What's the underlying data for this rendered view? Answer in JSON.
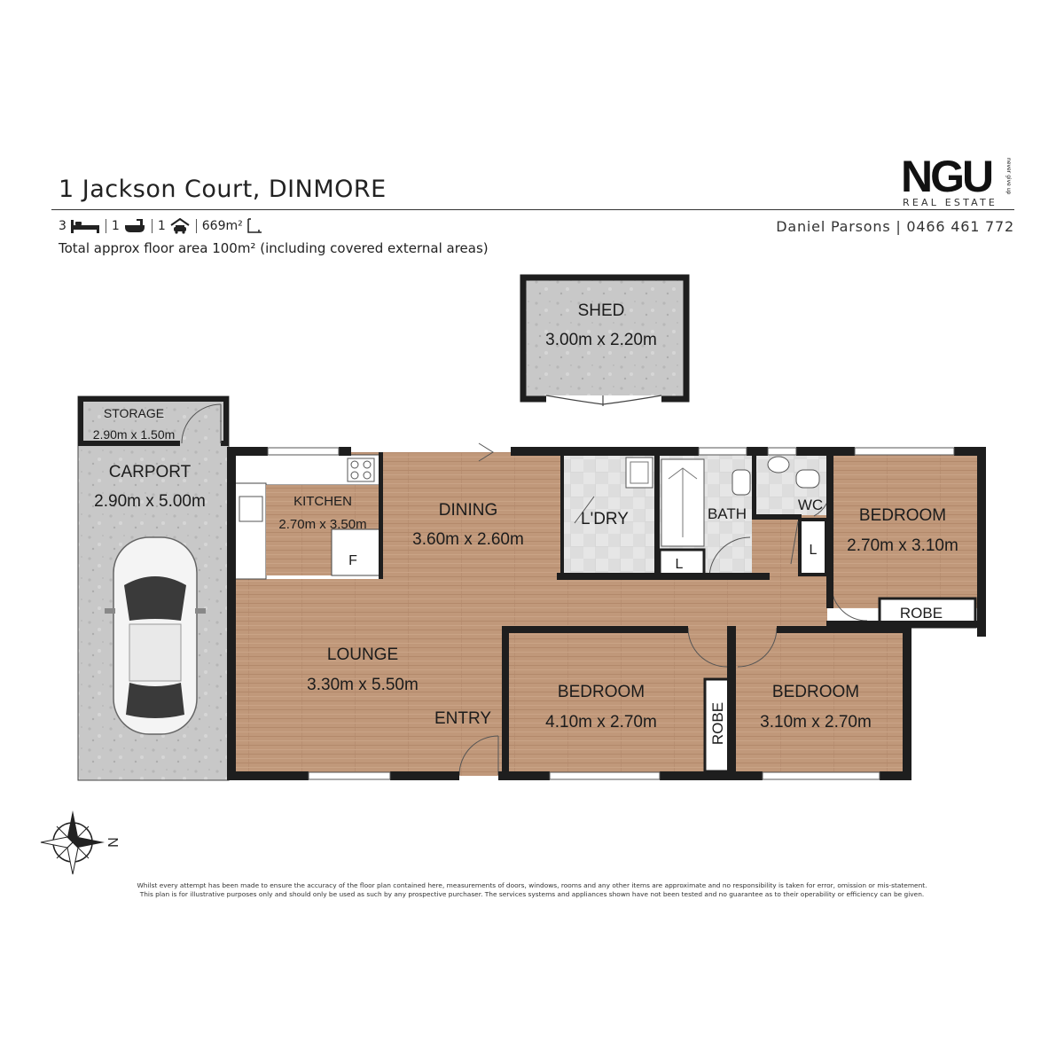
{
  "header": {
    "address": "1 Jackson Court, DINMORE",
    "stats": {
      "bedrooms": "3",
      "bathrooms": "1",
      "car_spaces": "1",
      "land_size": "669m²"
    },
    "floor_area_note": "Total approx floor area 100m² (including covered external areas)",
    "agent": "Daniel Parsons | 0466 461 772",
    "logo": {
      "mark": "NGU",
      "subtitle": "REAL ESTATE",
      "tagline": "never give up"
    }
  },
  "rooms": {
    "shed": {
      "name": "SHED",
      "size": "3.00m x 2.20m"
    },
    "storage": {
      "name": "STORAGE",
      "size": "2.90m x 1.50m"
    },
    "carport": {
      "name": "CARPORT",
      "size": "2.90m x 5.00m"
    },
    "kitchen": {
      "name": "KITCHEN",
      "size": "2.70m x 3.50m",
      "fridge": "F"
    },
    "dining": {
      "name": "DINING",
      "size": "3.60m x 2.60m"
    },
    "laundry": {
      "name": "L'DRY",
      "linen": "L"
    },
    "bath": {
      "name": "BATH"
    },
    "wc": {
      "name": "WC"
    },
    "linen": {
      "name": "L"
    },
    "bedroom1": {
      "name": "BEDROOM",
      "size": "2.70m x 3.10m",
      "robe": "ROBE"
    },
    "lounge": {
      "name": "LOUNGE",
      "size": "3.30m x 5.50m"
    },
    "entry": {
      "name": "ENTRY"
    },
    "bedroom2": {
      "name": "BEDROOM",
      "size": "4.10m x 2.70m",
      "robe": "ROBE"
    },
    "bedroom3": {
      "name": "BEDROOM",
      "size": "3.10m x 2.70m"
    }
  },
  "compass": {
    "north_label": "N"
  },
  "disclaimer": {
    "line1": "Whilst every attempt has been made to ensure the accuracy of the floor plan contained here, measurements of doors, windows, rooms and any other items are approximate and no responsibility is taken for error, omission or mis-statement.",
    "line2": "This plan is for illustrative purposes only and should only be used as such by any prospective purchaser. The services systems and appliances shown have not been tested and no guarantee as to their operability or efficiency can be given."
  },
  "colors": {
    "floor_timber": "#c0987a",
    "concrete": "#c6c6c6",
    "tile": "#e4e4e4",
    "wall": "#1e1e1e"
  }
}
